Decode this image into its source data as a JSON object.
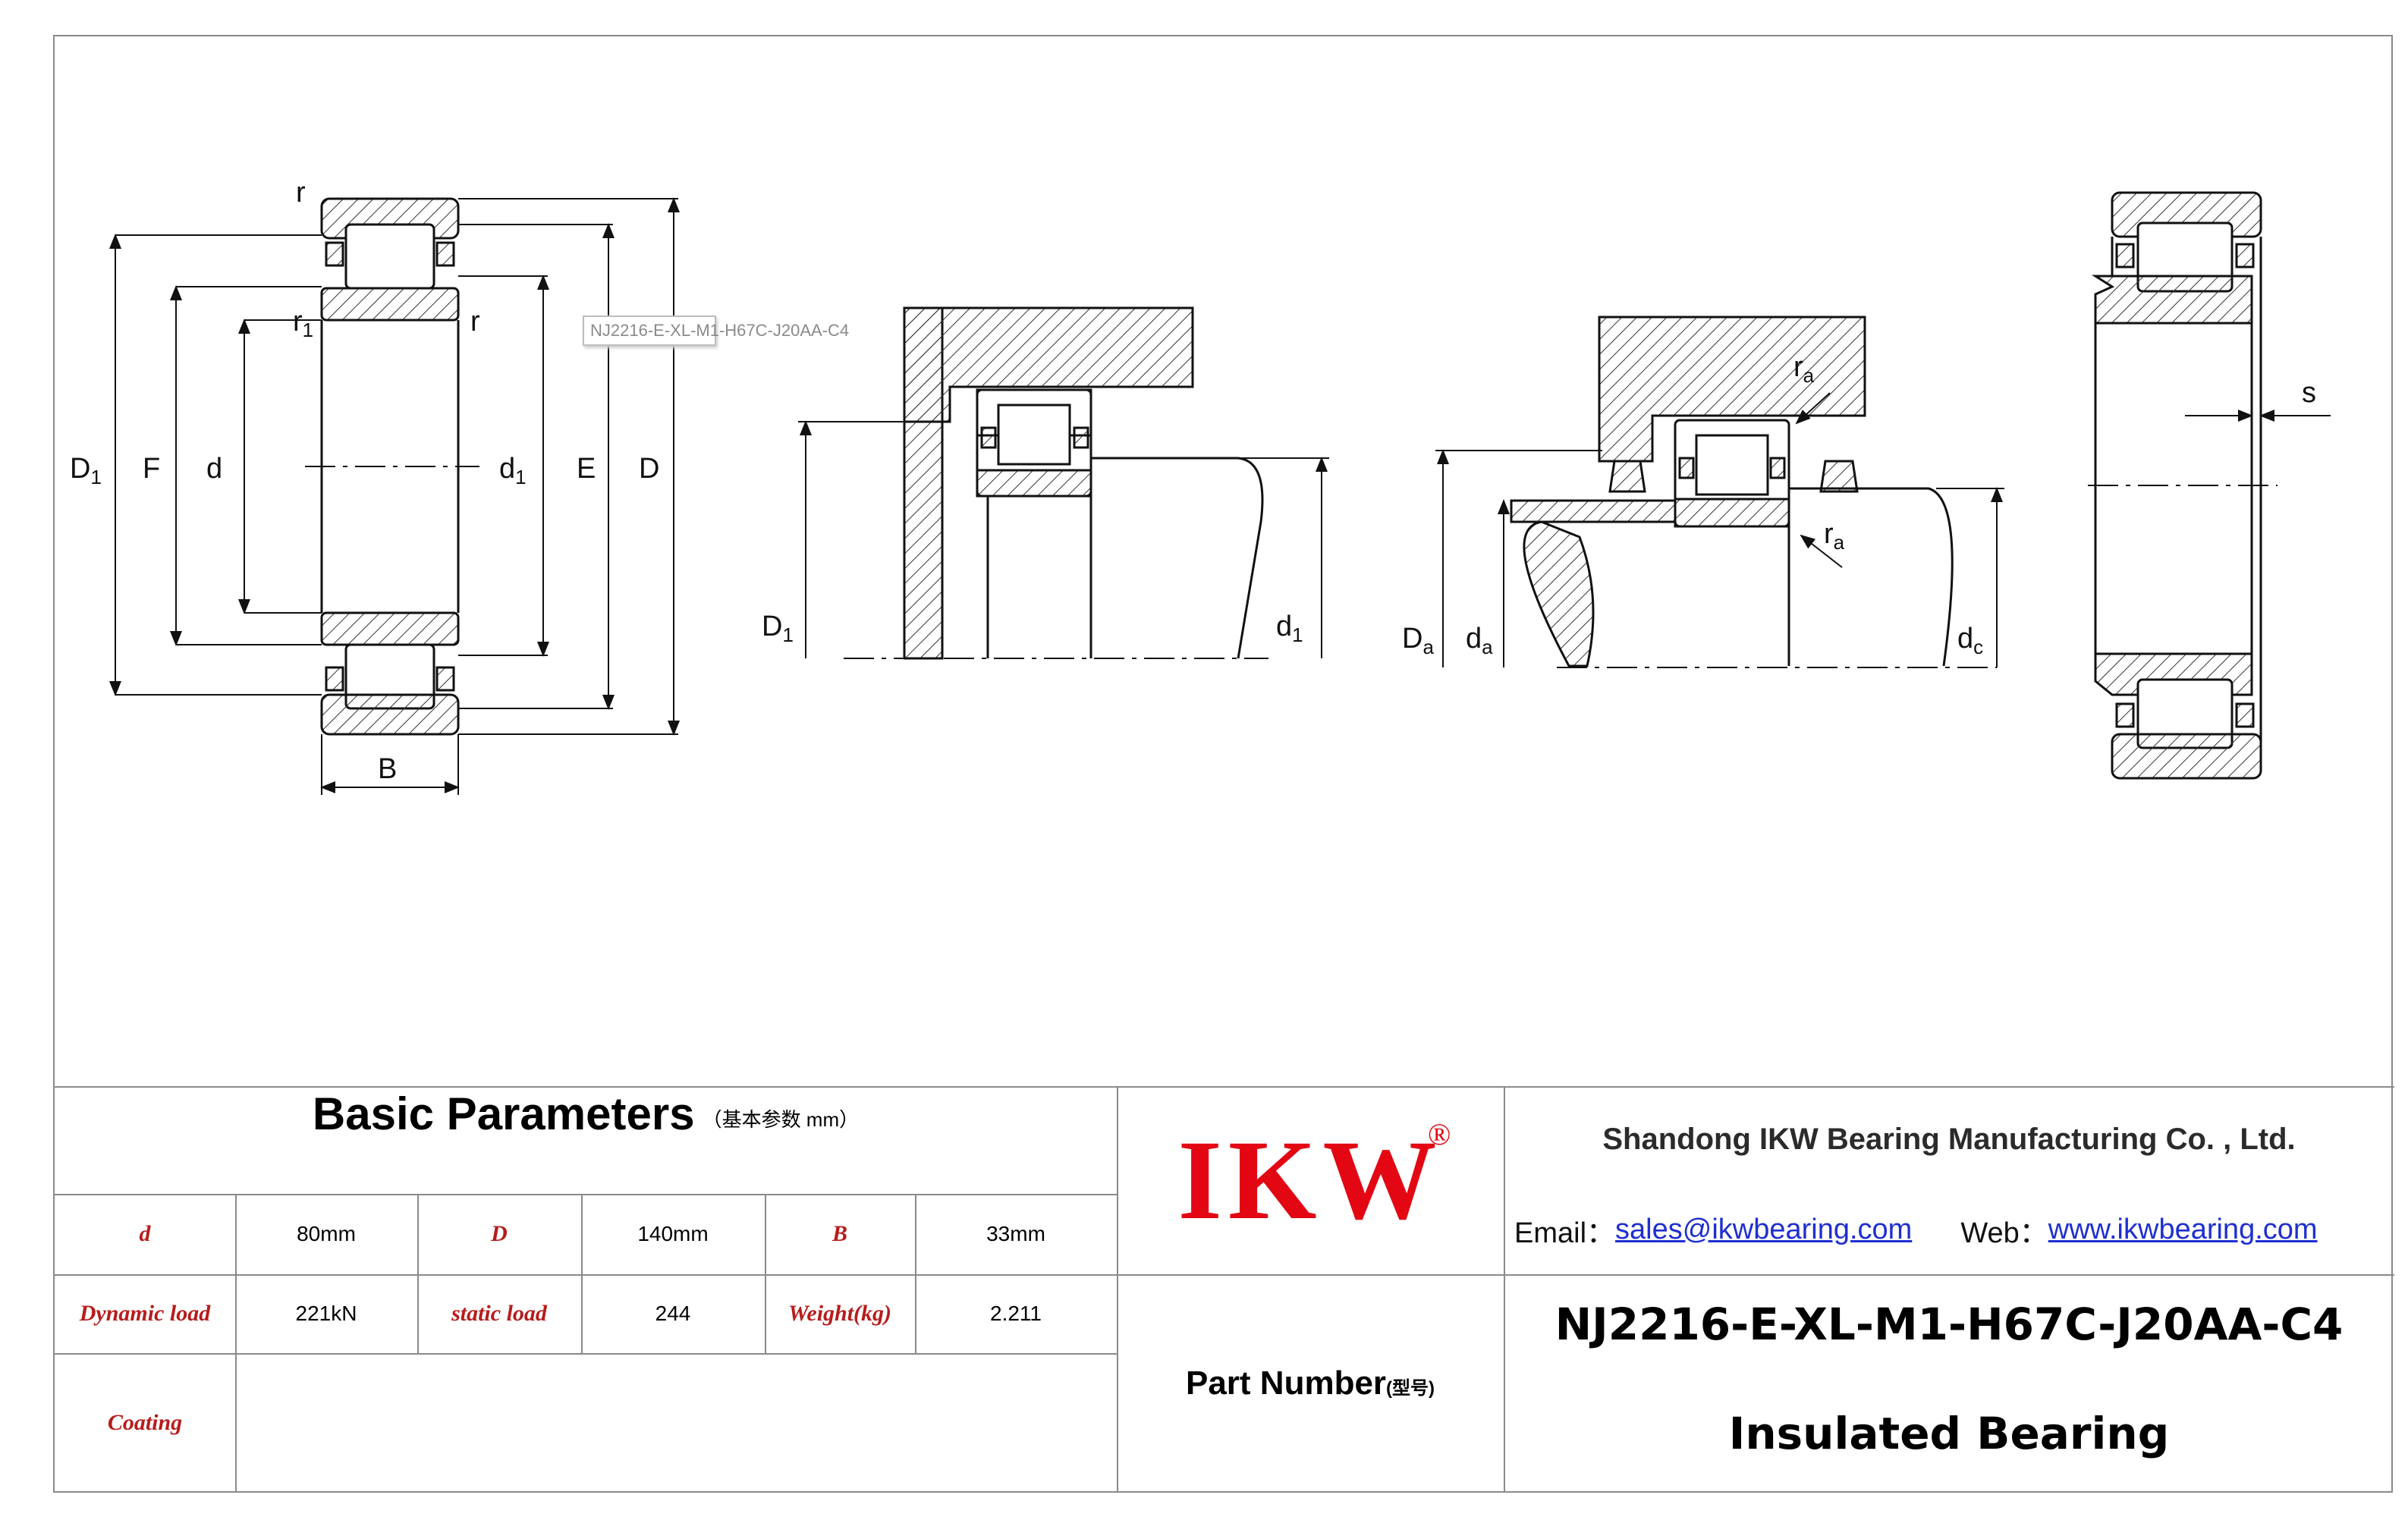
{
  "drawing": {
    "labels": {
      "r_top": "r",
      "r1": "r",
      "r1_sub": "1",
      "r_mid": "r",
      "D1": "D",
      "D1_sub": "1",
      "F": "F",
      "d": "d",
      "d1": "d",
      "d1_sub": "1",
      "E": "E",
      "D": "D",
      "B": "B",
      "fig2_D1": "D",
      "fig2_D1_sub": "1",
      "fig2_d1": "d",
      "fig2_d1_sub": "1",
      "fig3_ra_top": "r",
      "fig3_ra_top_sub": "a",
      "fig3_ra_bot": "r",
      "fig3_ra_bot_sub": "a",
      "fig3_Da": "D",
      "fig3_Da_sub": "a",
      "fig3_da": "d",
      "fig3_da_sub": "a",
      "fig3_dc": "d",
      "fig3_dc_sub": "c",
      "fig4_s": "s"
    },
    "tag_text": "NJ2216-E-XL-M1-H67C-J20AA-C4"
  },
  "table": {
    "title": "Basic Parameters",
    "title_note": "（基本参数 mm）",
    "rows": [
      [
        {
          "label": "d",
          "value": "80mm"
        },
        {
          "label": "D",
          "value": "140mm"
        },
        {
          "label": "B",
          "value": "33mm"
        }
      ],
      [
        {
          "label": "Dynamic load",
          "value": "221kN"
        },
        {
          "label": "static load",
          "value": "244"
        },
        {
          "label": "Weight(kg)",
          "value": "2.211"
        }
      ]
    ],
    "coating_label": "Coating",
    "coating_value": ""
  },
  "brand": {
    "logo": "IKW",
    "reg": "®",
    "color": "#e30613"
  },
  "company": {
    "name": "Shandong IKW Bearing Manufacturing Co. , Ltd.",
    "email_label": "Email：",
    "email": "sales@ikwbearing.com",
    "web_label": "Web：",
    "web": "www.ikwbearing.com"
  },
  "part": {
    "label": "Part Number",
    "label_note": "(型号)",
    "number": "NJ2216-E-XL-M1-H67C-J20AA-C4",
    "description": "Insulated Bearing"
  }
}
